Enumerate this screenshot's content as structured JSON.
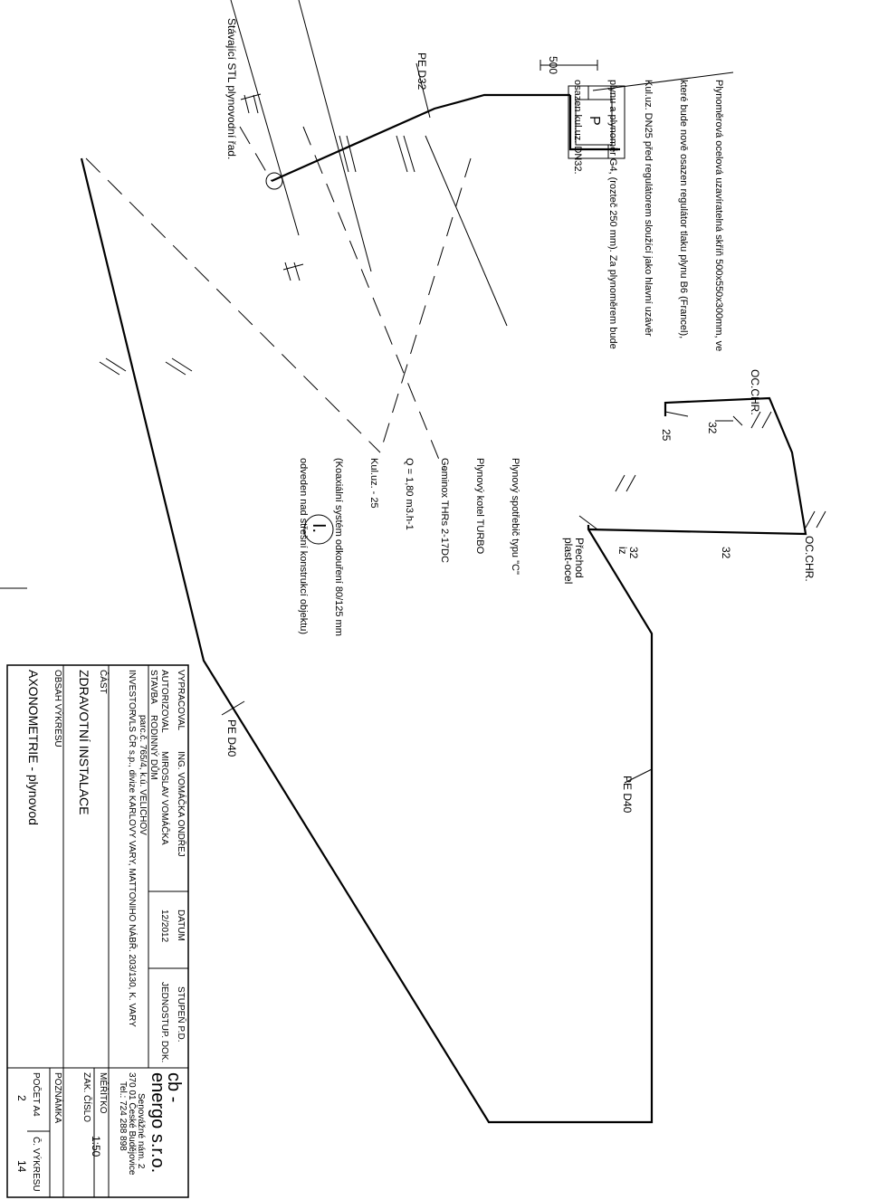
{
  "labels": {
    "stavajici": "Stávající STL plynovodní řad.",
    "pe_d32": "PE D32",
    "dim_500": "500",
    "meter_p": "P",
    "skrin_note": [
      "Plynoměrová ocelová uzavíratelná skříň 500x550x300mm, ve",
      "které bude nově osazen regulátor tlaku plynu B6 (Francel),",
      "Kul.uz. DN25 před regulátorem sloužící jako hlavní uzávěr",
      "plynu a plynoměr G4, (rozteč 250 mm). Za plynoměrem bude",
      "osazen kul.uz. DN32."
    ],
    "oc_chr_1": "OC.CHR.",
    "oc_chr_2": "OC.CHR.",
    "d32_a": "32",
    "d25": "25",
    "d32_b": "32",
    "d32_c": "32",
    "iz": "iz",
    "prechod": "Přechod",
    "plast_ocel": "plast-ocel",
    "spotrebic_note": [
      "Plynový spotřebič typu \"C\"",
      "Plynový kotel TURBO",
      "Geminox THRs 2-17DC",
      "Q = 1,80 m3.h-1",
      "Kul.uz. - 25",
      "(Koaxiální systém odkouření 80/125 mm",
      "odveden nad střešní konstrukcí objektu)"
    ],
    "level_mark": "I.",
    "pe_d40_a": "PE D40",
    "pe_d40_b": "PE D40"
  },
  "title_block": {
    "vypracoval_label": "VYPRACOVAL",
    "vypracoval": "ING. VOMÁČKA ONDŘEJ",
    "autorizoval_label": "AUTORIZOVAL",
    "autorizoval": "MIROSLAV VOMÁČKA",
    "datum_label": "DATUM",
    "datum": "12/2012",
    "stupen_label": "STUPEŇ P.D.",
    "stupen": "JEDNOSTUP. DOK.",
    "stavba_label": "STAVBA",
    "stavba_1": "RODINNÝ DŮM",
    "stavba_2": "parc.č. 765/4, k.ú. VELICHOV",
    "investor_label": "INVESTOR",
    "investor": "VLS ČR s.p., divize KARLOVY VARY, MATTONIHO NÁBŘ. 203/130, K. VARY",
    "cast_label": "ČÁST",
    "cast": "ZDRAVOTNÍ INSTALACE",
    "obsah_label": "OBSAH VÝKRESU",
    "obsah": "AXONOMETRIE - plynovod",
    "firma_1": "cb -",
    "firma_2": "energo s.r.o.",
    "adresa_1": "Senovážné nám. 2",
    "adresa_2": "370 01 České Budějovice",
    "tel": "Tel.: 724 288 898",
    "meritko_label": "MĚŘÍTKO",
    "meritko": "1:50",
    "zak_label": "ZAK. ČÍSLO",
    "poznamka_label": "POZNÁMKA",
    "pocet_label": "POČET A4",
    "pocet": "2",
    "vykres_label": "Č. VÝKRESU",
    "vykres": "14"
  }
}
